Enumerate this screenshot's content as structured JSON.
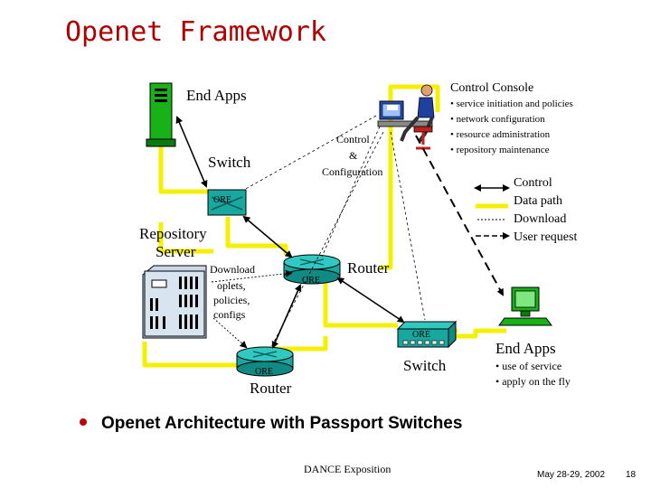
{
  "title": "Openet Framework",
  "diagram": {
    "end_apps_top": "End Apps",
    "switch_top": "Switch",
    "ore": "ORE",
    "repository_line1": "Repository",
    "repository_line2": "Server",
    "download_lines": [
      "Download",
      "oplets,",
      "policies,",
      "configs"
    ],
    "router_mid": "Router",
    "router_bottom": "Router",
    "switch_bottom": "Switch",
    "control_config": [
      "Control",
      "&",
      "Configuration"
    ],
    "control_console": {
      "title": "Control Console",
      "items": [
        "• service initiation and policies",
        "• network configuration",
        "• resource administration",
        "• repository maintenance"
      ]
    },
    "legend": [
      "Control",
      "Data path",
      "Download",
      "User request"
    ],
    "end_apps_bottom": {
      "title": "End Apps",
      "items": [
        "• use of service",
        "• apply on the fly"
      ]
    }
  },
  "bullet": "Openet Architecture with Passport Switches",
  "footer": {
    "center": "DANCE Exposition",
    "date": "May 28-29, 2002",
    "page": "18"
  }
}
